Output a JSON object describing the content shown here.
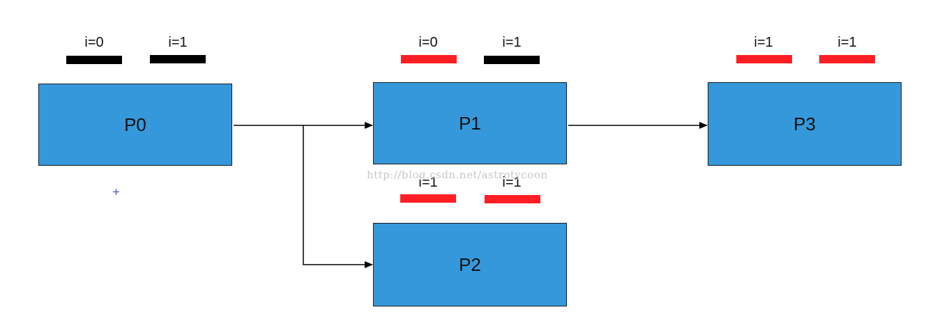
{
  "colors": {
    "box_fill": "#3598db",
    "changed": "#ff1e24",
    "unchanged": "#000000",
    "arrow": "#000000"
  },
  "processes": [
    {
      "label": "P0",
      "vars": [
        {
          "label": "i=0",
          "state": "unchanged"
        },
        {
          "label": "i=1",
          "state": "unchanged"
        }
      ]
    },
    {
      "label": "P1",
      "vars": [
        {
          "label": "i=0",
          "state": "changed"
        },
        {
          "label": "i=1",
          "state": "unchanged"
        }
      ]
    },
    {
      "label": "P2",
      "vars": [
        {
          "label": "i=1",
          "state": "changed"
        },
        {
          "label": "i=1",
          "state": "changed"
        }
      ]
    },
    {
      "label": "P3",
      "vars": [
        {
          "label": "i=1",
          "state": "changed"
        },
        {
          "label": "i=1",
          "state": "changed"
        }
      ]
    }
  ],
  "edges": [
    {
      "from": "P0",
      "to": "P1"
    },
    {
      "from": "P0",
      "to": "P2"
    },
    {
      "from": "P1",
      "to": "P3"
    }
  ],
  "watermark": "http://blog.csdn.net/astrotycoon"
}
